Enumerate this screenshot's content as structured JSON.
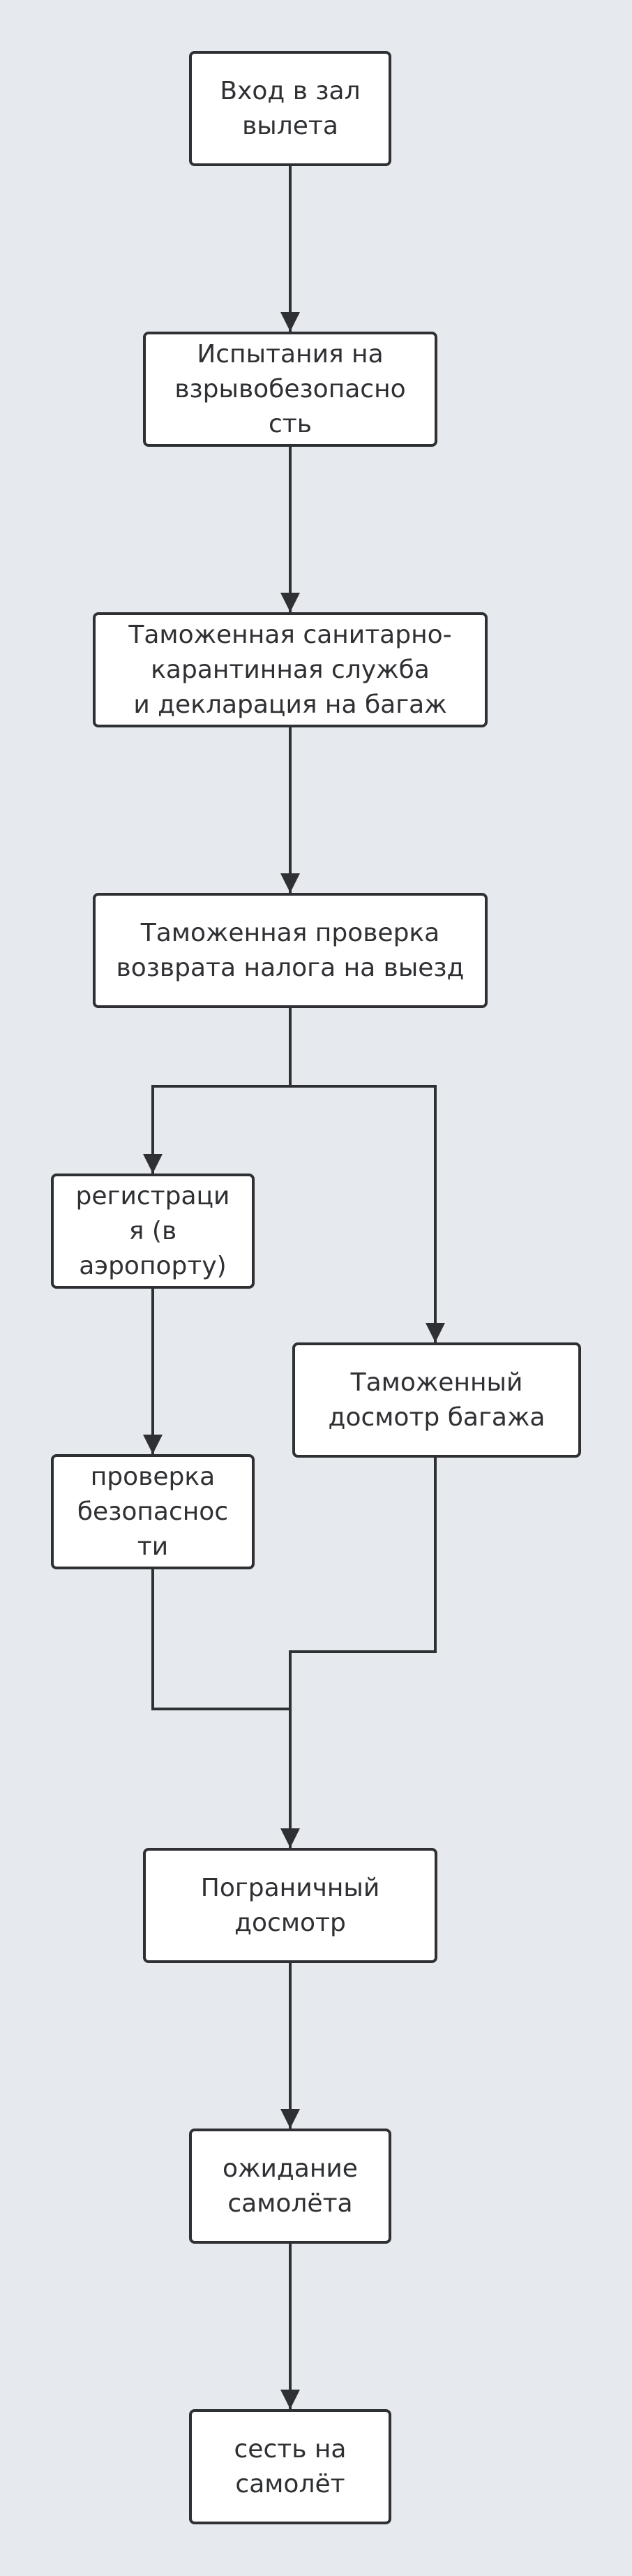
{
  "diagram": {
    "type": "flowchart",
    "colors": {
      "background": "#e6eaee",
      "node_fill": "#ffffff",
      "node_border": "#2e3033",
      "line": "#2e3033"
    },
    "nodes": [
      {
        "id": "entrance",
        "label": "Вход в зал\nвылета"
      },
      {
        "id": "explosive",
        "label": "Испытания на\nвзрывобезопасно\nсть"
      },
      {
        "id": "sanitary",
        "label": "Таможенная санитарно-\nкарантинная служба\nи декларация на багаж"
      },
      {
        "id": "tax-refund",
        "label": "Таможенная проверка\nвозврата налога на выезд"
      },
      {
        "id": "checkin",
        "label": "регистраци\nя (в\nаэропорту)"
      },
      {
        "id": "baggage",
        "label": "Таможенный\nдосмотр багажа"
      },
      {
        "id": "security",
        "label": "проверка\nбезопаснос\nти"
      },
      {
        "id": "border",
        "label": "Пограничный\nдосмотр"
      },
      {
        "id": "waiting",
        "label": "ожидание\nсамолёта"
      },
      {
        "id": "boarding",
        "label": "сесть на\nсамолёт"
      }
    ],
    "edges": [
      {
        "from": "entrance",
        "to": "explosive"
      },
      {
        "from": "explosive",
        "to": "sanitary"
      },
      {
        "from": "sanitary",
        "to": "tax-refund"
      },
      {
        "from": "tax-refund",
        "to": "checkin"
      },
      {
        "from": "tax-refund",
        "to": "baggage"
      },
      {
        "from": "checkin",
        "to": "security"
      },
      {
        "from": "security",
        "to": "border"
      },
      {
        "from": "baggage",
        "to": "border"
      },
      {
        "from": "border",
        "to": "waiting"
      },
      {
        "from": "waiting",
        "to": "boarding"
      }
    ]
  }
}
